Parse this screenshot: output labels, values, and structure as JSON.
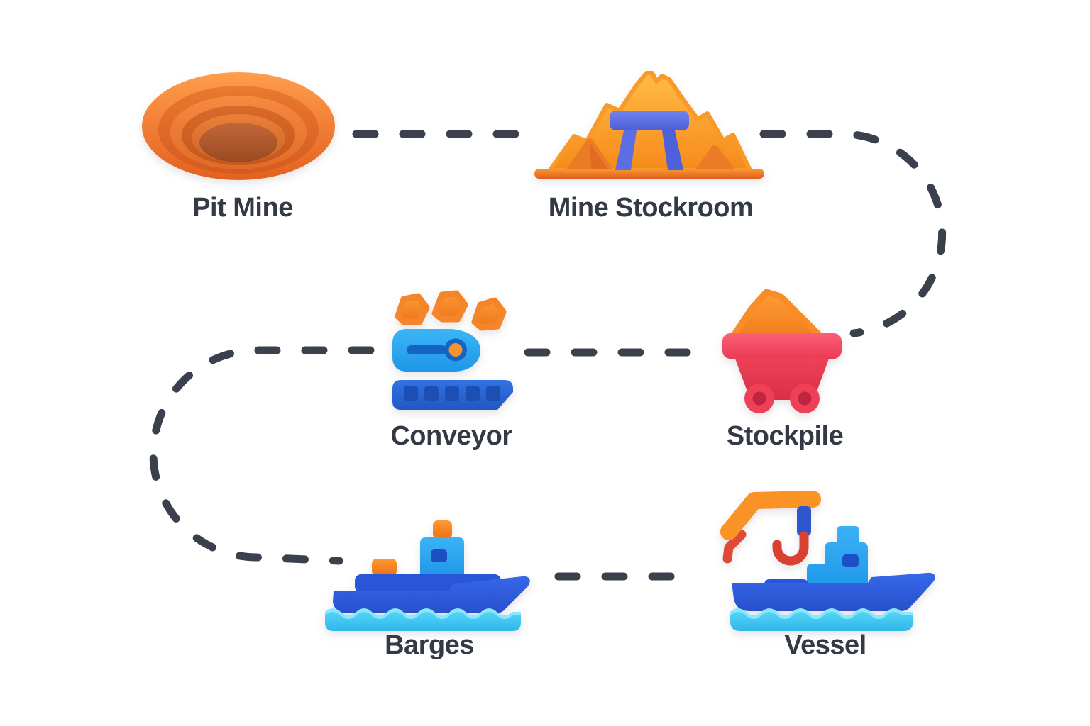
{
  "diagram": {
    "type": "flow",
    "nodes": {
      "pit_mine": {
        "label": "Pit Mine",
        "icon": "open-pit-mine-crater-icon"
      },
      "mine_stockroom": {
        "label": "Mine Stockroom",
        "icon": "mountain-mine-portal-icon"
      },
      "stockpile": {
        "label": "Stockpile",
        "icon": "mine-cart-with-ore-icon"
      },
      "conveyor": {
        "label": "Conveyor",
        "icon": "conveyor-belt-with-ore-icon"
      },
      "barges": {
        "label": "Barges",
        "icon": "barge-ship-icon"
      },
      "vessel": {
        "label": "Vessel",
        "icon": "cargo-vessel-with-crane-icon"
      }
    },
    "connections": [
      {
        "from": "Pit Mine",
        "to": "Mine Stockroom",
        "style": "dashed"
      },
      {
        "from": "Mine Stockroom",
        "to": "Stockpile",
        "style": "dashed"
      },
      {
        "from": "Stockpile",
        "to": "Conveyor",
        "style": "dashed"
      },
      {
        "from": "Conveyor",
        "to": "Barges",
        "style": "dashed"
      },
      {
        "from": "Barges",
        "to": "Vessel",
        "style": "dashed"
      }
    ],
    "colors": {
      "connector": "#3a414c",
      "label_text": "#333a45",
      "orange": "#fb9225",
      "orange_deep": "#ee7216",
      "red_cart": "#ee4158",
      "royal_blue_hull": "#2f5ee3",
      "light_blue": "#2ba4f2",
      "cyan_water": "#45caf4",
      "portal_blue": "#5b6fe3",
      "background": "#ffffff"
    }
  }
}
